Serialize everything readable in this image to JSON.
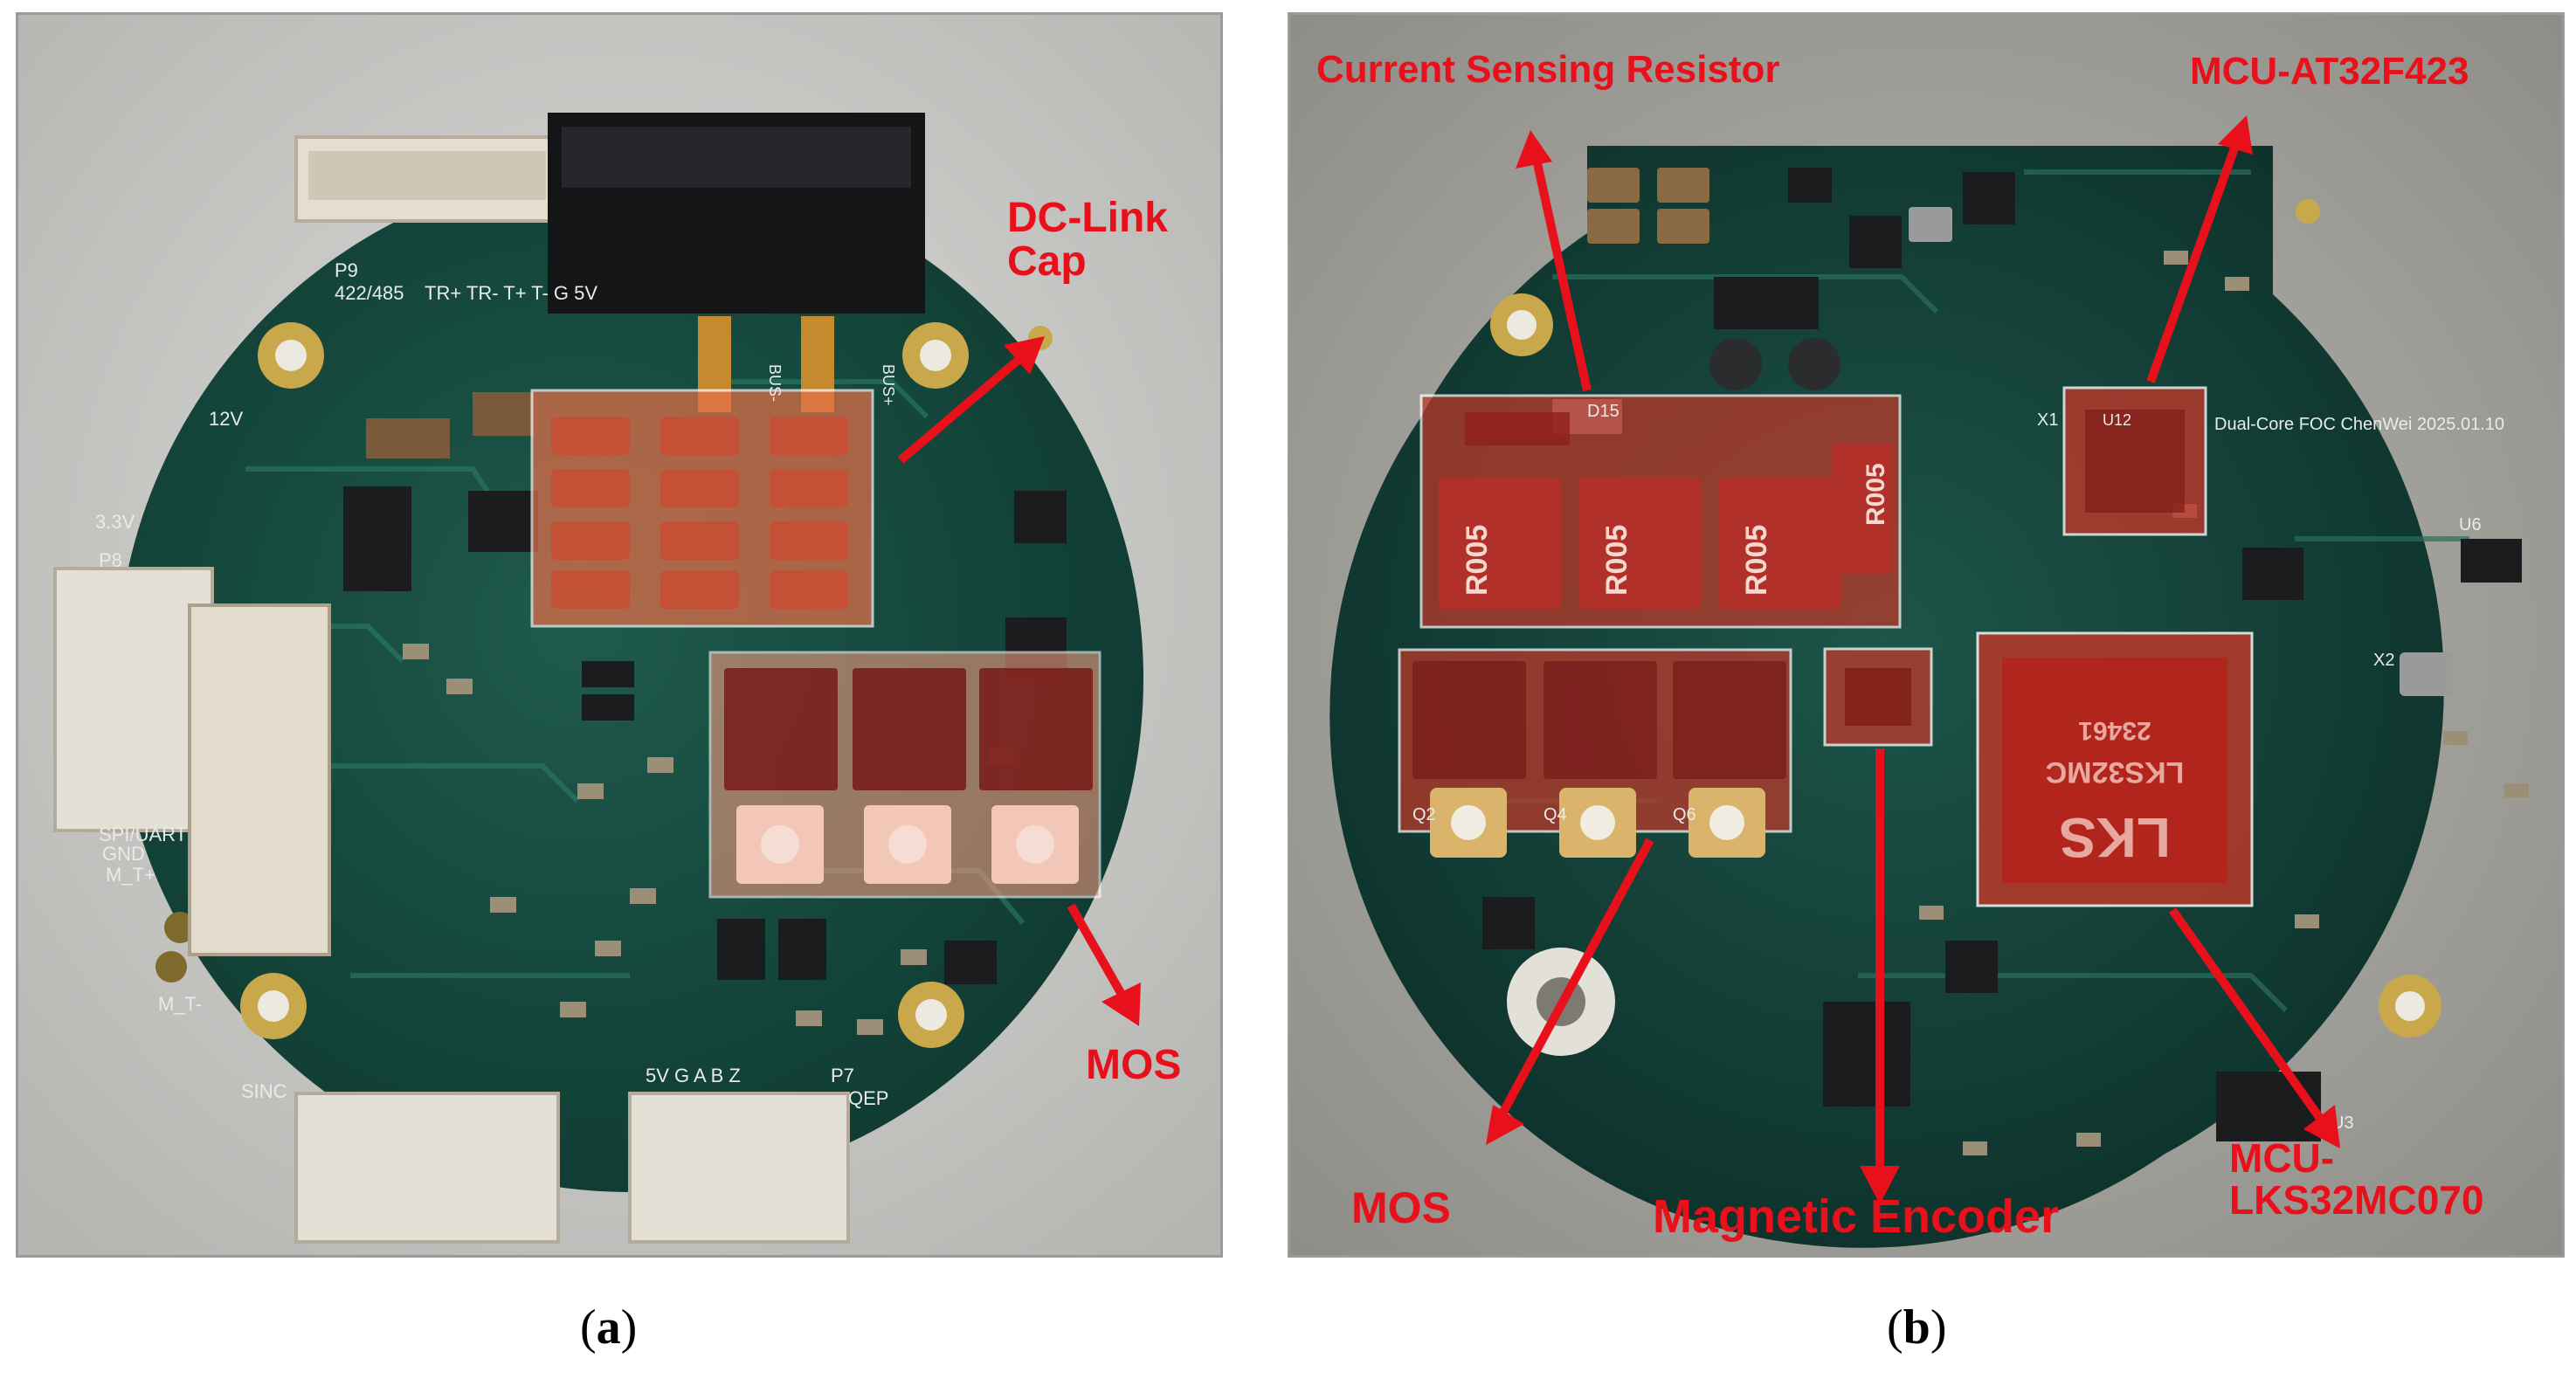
{
  "figure": {
    "panel_a": {
      "caption_label": "a",
      "annotations": {
        "dc_link_cap": "DC-Link\nCap",
        "mos": "MOS"
      },
      "board_markings": {
        "p9": "P9",
        "p9_port": "422/485",
        "p9_pins": "TR+ TR- T+ T- G 5V",
        "v12": "12V",
        "v33": "3.3V",
        "p8": "P8",
        "spi_uart": "SPI/UART",
        "gnd": "GND",
        "mt_plus": "M_T+",
        "mt_minus": "M_T-",
        "sinc": "SINC",
        "qep": "QEP",
        "qep_pins": "5V G A B Z",
        "bus_minus": "BUS-",
        "bus_plus": "BUS+",
        "p7": "P7"
      }
    },
    "panel_b": {
      "caption_label": "b",
      "annotations": {
        "current_sensing_resistor": "Current Sensing Resistor",
        "mcu_at32": "MCU-AT32F423",
        "mos": "MOS",
        "magnetic_encoder": "Magnetic Encoder",
        "mcu_lks": "MCU-\nLKS32MC070"
      },
      "board_markings": {
        "r005": "R005",
        "lks_chip": "LKS32MC",
        "lks_code": "23461",
        "lks_logo": "LKS",
        "silk_note": "Dual-Core FOC\nChenWei\n2025.01.10",
        "u12": "U12",
        "d15": "D15",
        "q2": "Q2",
        "q4": "Q4",
        "q6": "Q6",
        "u3": "U3",
        "u6": "U6",
        "x1": "X1",
        "x2": "X2"
      }
    }
  }
}
